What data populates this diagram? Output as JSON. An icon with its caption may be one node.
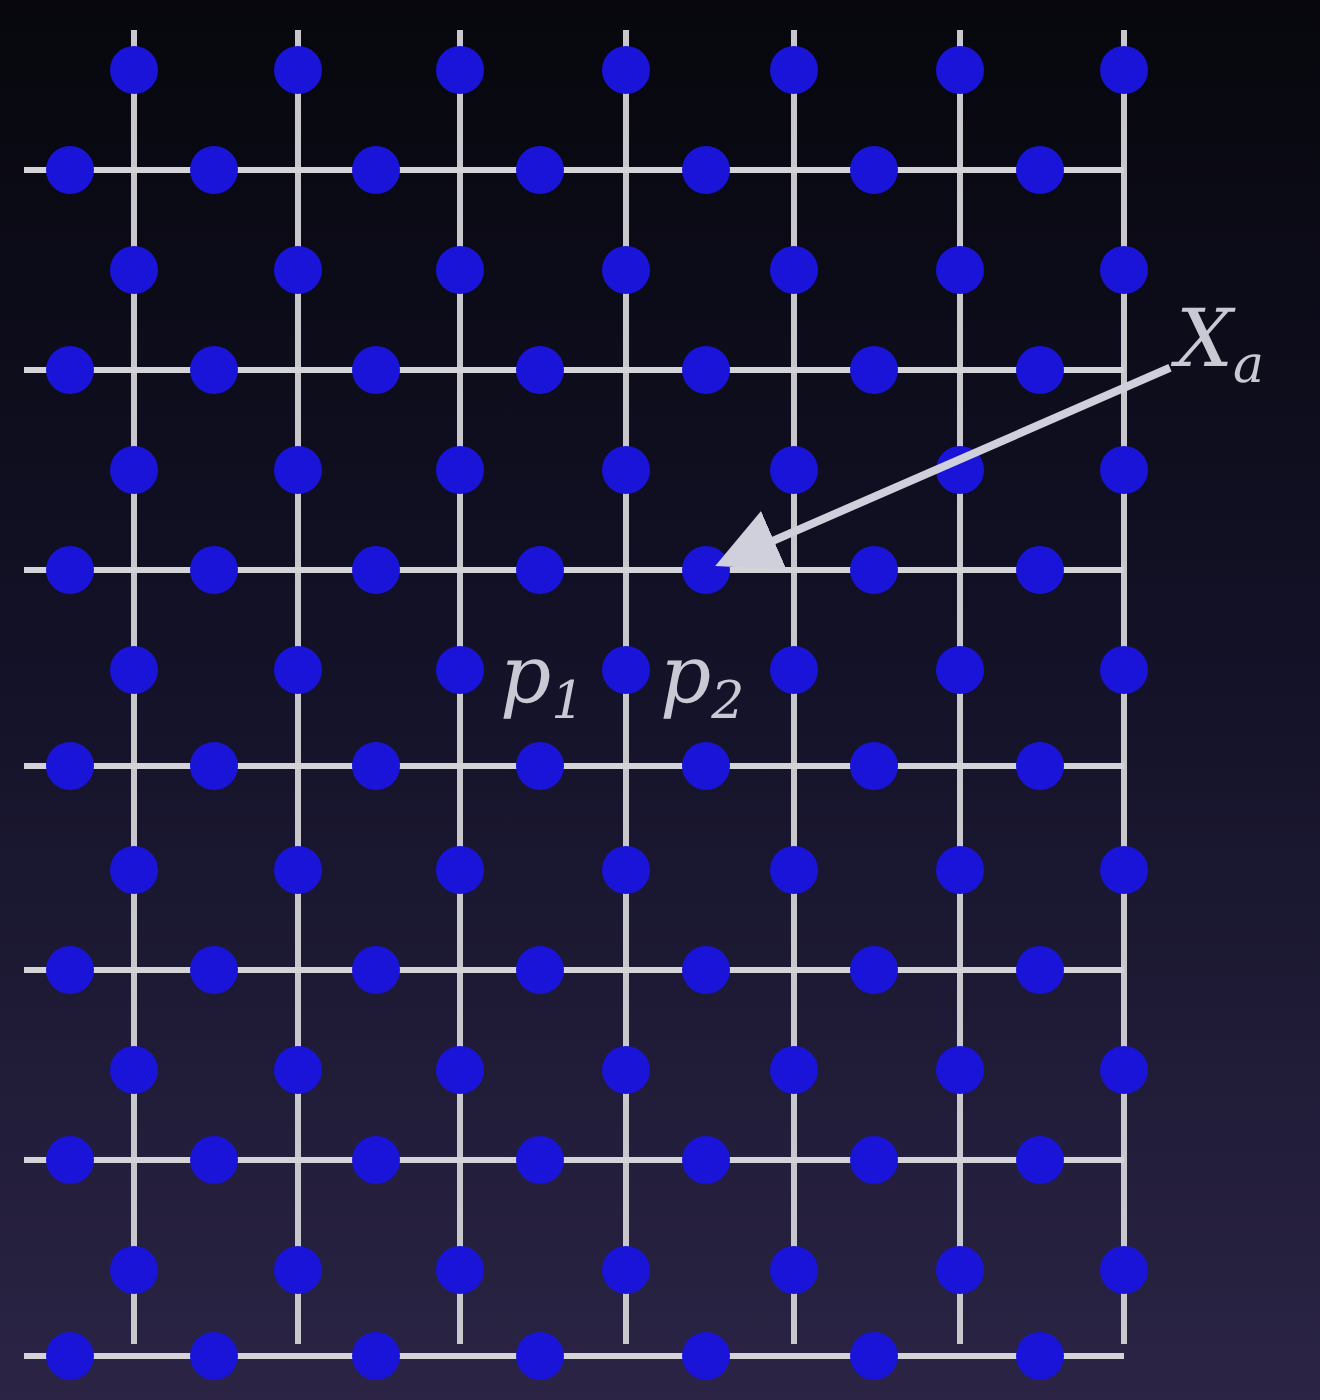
{
  "diagram": {
    "nodes": [
      {
        "text": [
          "X$_{a}$"
        ]
      },
      {
        "text": [],
        "shape": "circle"
      }
    ],
    "edges": [
      {
        "from": 0,
        "to": 1,
        "arrow": "to"
      }
    ],
    "labels": [
      "p$_{1}$",
      "p$_{2}$"
    ]
  }
}
